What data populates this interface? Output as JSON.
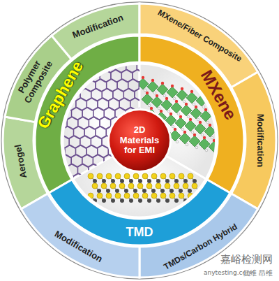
{
  "diagram": {
    "nodes": [
      {
        "text": [
          "2D Materials for EMI"
        ]
      },
      {
        "text": [
          "Graphene"
        ]
      },
      {
        "text": [
          "Modification"
        ]
      },
      {
        "text": [
          "Polymer Composite"
        ]
      },
      {
        "text": [
          "Aerogel"
        ]
      },
      {
        "text": [
          "MXene"
        ]
      },
      {
        "text": [
          "MXene/Fiber Composite"
        ]
      },
      {
        "text": [
          "Modification"
        ]
      },
      {
        "text": [
          "TMD"
        ]
      },
      {
        "text": [
          "Modification"
        ]
      },
      {
        "text": [
          "TMDs/Carbon Hybrid"
        ]
      }
    ],
    "labels": [
      "嘉峪检测网",
      "anytesting.com",
      "低维 昂维"
    ]
  }
}
